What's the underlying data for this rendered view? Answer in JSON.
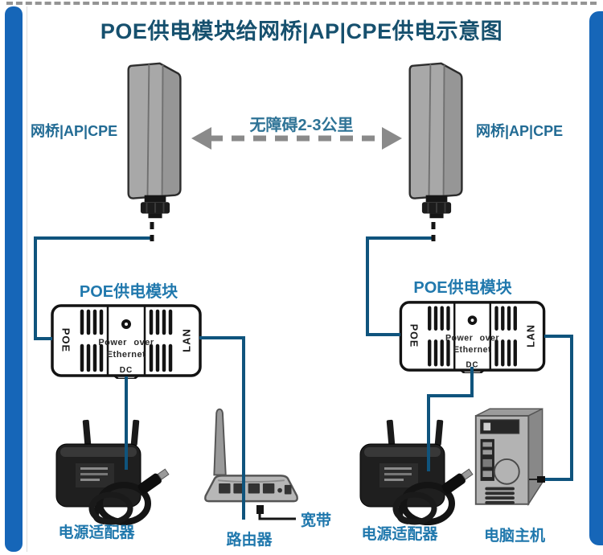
{
  "title": "POE供电模块给网桥|AP|CPE供电示意图",
  "wireless_link": {
    "label": "无障碍2-3公里"
  },
  "left_system": {
    "antenna_label": "网桥|AP|CPE",
    "poe_module": {
      "title": "POE供电模块",
      "port_poe": "POE",
      "port_lan": "LAN",
      "port_dc": "DC",
      "body_text_line1": "Power over",
      "body_text_line2": "Ethernet"
    },
    "adapter_label": "电源适配器",
    "router_label": "路由器",
    "broadband_label": "宽带"
  },
  "right_system": {
    "antenna_label": "网桥|AP|CPE",
    "poe_module": {
      "title": "POE供电模块",
      "port_poe": "POE",
      "port_lan": "LAN",
      "port_dc": "DC",
      "body_text_line1": "Power over",
      "body_text_line2": "Ethernet"
    },
    "adapter_label": "电源适配器",
    "computer_label": "电脑主机"
  },
  "colors": {
    "frame_blue": "#1666b8",
    "title_blue": "#16506e",
    "label_blue": "#2078ad",
    "wire_blue": "#0f547d",
    "arrow_gray": "#8a8a8a"
  }
}
